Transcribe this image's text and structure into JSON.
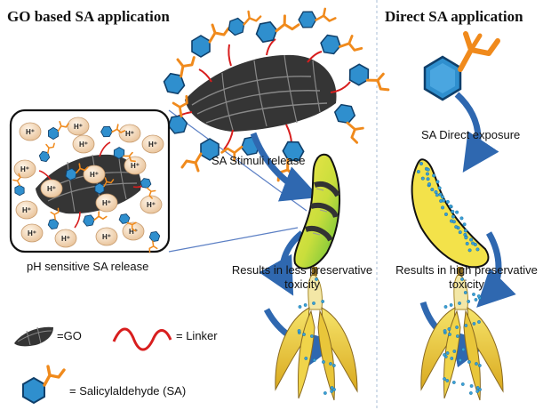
{
  "titles": {
    "left": "GO based SA application",
    "right": "Direct SA application"
  },
  "labels": {
    "stimuli_release": "SA Stimuli release",
    "ph_release": "pH sensitive SA release",
    "direct_exposure": "SA Direct exposure",
    "less_toxicity": "Results in less preservative toxicity",
    "high_toxicity": "Results in high preservative toxicity",
    "proton": "H⁺"
  },
  "legend": {
    "go": "=GO",
    "linker": "= Linker",
    "sa": "= Salicylaldehyde (SA)"
  },
  "colors": {
    "sa_hexagon": "#2f8fce",
    "sa_chain": "#f08a1c",
    "linker": "#d81e1e",
    "go_sheet": "#2b2b2b",
    "proton_bubble": "#f5d9b8",
    "banana_yellow": "#f3e24a",
    "arrow_blue": "#2f68b0"
  }
}
